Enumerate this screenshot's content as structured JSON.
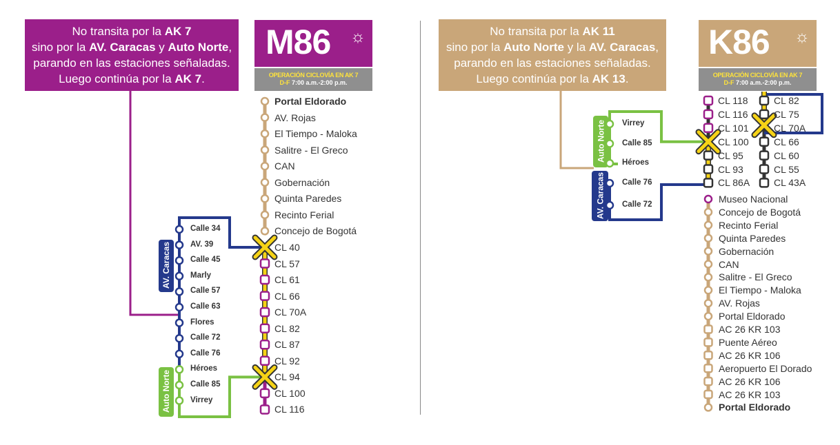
{
  "colors": {
    "m86": "#9b1f8a",
    "k86": "#c9a679",
    "trunk_tan": "#c9a679",
    "caracas_blue": "#24398c",
    "autonorte_green": "#7ac143",
    "cross_yellow": "#f6d316",
    "ciclovia_gray": "#8f8f8f",
    "divider": "#888888"
  },
  "left": {
    "notice_lines": [
      [
        "No transita por la ",
        "AK 7"
      ],
      [
        "sino por la ",
        "AV. Caracas",
        " y ",
        "Auto Norte",
        ","
      ],
      [
        "parando en las estaciones señaladas."
      ],
      [
        "Luego continúa por la ",
        "AK 7",
        "."
      ]
    ],
    "route_code": "M86",
    "icon": "sun-icon",
    "ciclovia_line1": "OPERACIÓN CICLOVÍA EN AK 7",
    "ciclovia_days": "D-F",
    "ciclovia_hours": " 7:00 a.m.-2:00 p.m.",
    "main_stops": [
      "Portal Eldorado",
      "AV. Rojas",
      "El Tiempo - Maloka",
      "Salitre - El Greco",
      "CAN",
      "Gobernación",
      "Quinta Paredes",
      "Recinto Ferial",
      "Concejo de Bogotá",
      "CL 40",
      "CL 57",
      "CL 61",
      "CL 66",
      "CL 70A",
      "CL 82",
      "CL 87",
      "CL 92",
      "CL 94",
      "CL 100",
      "CL 116"
    ],
    "caracas_tab": "AV. Caracas",
    "autonorte_tab": "Auto Norte",
    "side_stops": [
      "Calle 34",
      "AV. 39",
      "Calle 45",
      "Marly",
      "Calle 57",
      "Calle 63",
      "Flores",
      "Calle 72",
      "Calle 76",
      "Héroes",
      "Calle 85",
      "Virrey"
    ]
  },
  "right": {
    "notice_lines": [
      [
        "No transita por la ",
        "AK 11"
      ],
      [
        "sino por la ",
        "Auto Norte",
        " y la ",
        "AV. Caracas",
        ","
      ],
      [
        "parando en las estaciones señaladas."
      ],
      [
        "Luego continúa por la ",
        "AK 13",
        "."
      ]
    ],
    "route_code": "K86",
    "icon": "sun-icon",
    "ciclovia_line1": "OPERACIÓN CICLOVÍA EN AK 7",
    "ciclovia_days": "D-F",
    "ciclovia_hours": " 7:00 a.m.-2:00 p.m.",
    "col1_stops": [
      "CL 118",
      "CL 116",
      "CL 101",
      "CL 100",
      "CL 95",
      "CL 93",
      "CL 86A"
    ],
    "col2_stops": [
      "CL 82",
      "CL 75",
      "CL 70A",
      "CL 66",
      "CL 60",
      "CL 55",
      "CL 43A"
    ],
    "main_stops": [
      "Museo Nacional",
      "Concejo de Bogotá",
      "Recinto Ferial",
      "Quinta Paredes",
      "Gobernación",
      "CAN",
      "Salitre - El Greco",
      "El Tiempo - Maloka",
      "AV. Rojas",
      "Portal Eldorado",
      "AC 26 KR 103",
      "Puente Aéreo",
      "AC 26 KR 106",
      "Aeropuerto El Dorado",
      "AC 26 KR 106",
      "AC 26 KR 103",
      "Portal Eldorado"
    ],
    "autonorte_tab": "Auto Norte",
    "caracas_tab": "AV. Caracas",
    "autonorte_stops": [
      "Virrey",
      "Calle 85",
      "Héroes"
    ],
    "caracas_stops": [
      "Calle 76",
      "Calle 72"
    ]
  }
}
